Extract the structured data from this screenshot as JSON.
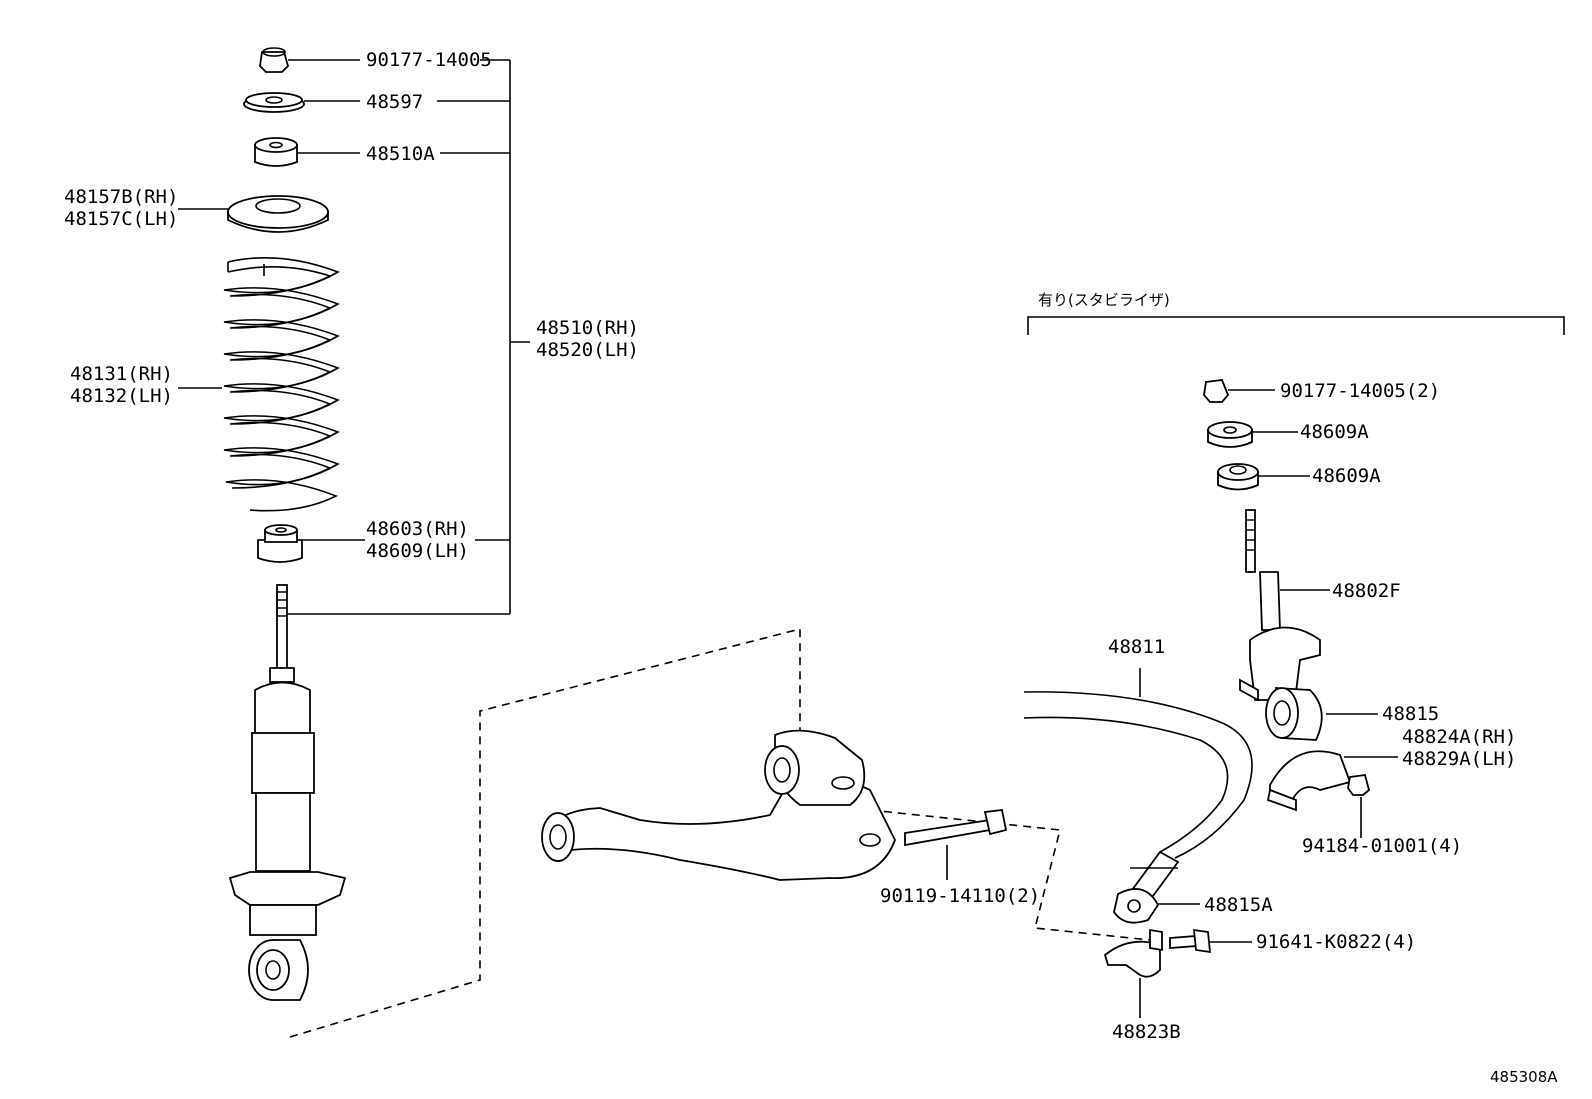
{
  "section_header": "有り(スタビライザ)",
  "diagram_id": "485308A",
  "labels": {
    "nut_top": "90177-14005",
    "retainer_top": "48597",
    "bumper_top": "48510A",
    "seat_upper_rh": "48157B(RH)",
    "seat_upper_lh": "48157C(LH)",
    "assy_rh": "48510(RH)",
    "assy_lh": "48520(LH)",
    "spring_rh": "48131(RH)",
    "spring_lh": "48132(LH)",
    "bumper_lower_rh": "48603(RH)",
    "bumper_lower_lh": "48609(LH)",
    "stab_nut": "90177-14005(2)",
    "cushion_a1": "48609A",
    "cushion_a2": "48609A",
    "link": "48802F",
    "stab_bar": "48811",
    "bushing": "48815",
    "bracket_rh": "48824A(RH)",
    "bracket_lh": "48829A(LH)",
    "nut_small": "94184-01001(4)",
    "bolt_arm": "90119-14110(2)",
    "bushing_a": "48815A",
    "bolt_flange": "91641-K0822(4)",
    "bracket_b": "48823B"
  }
}
